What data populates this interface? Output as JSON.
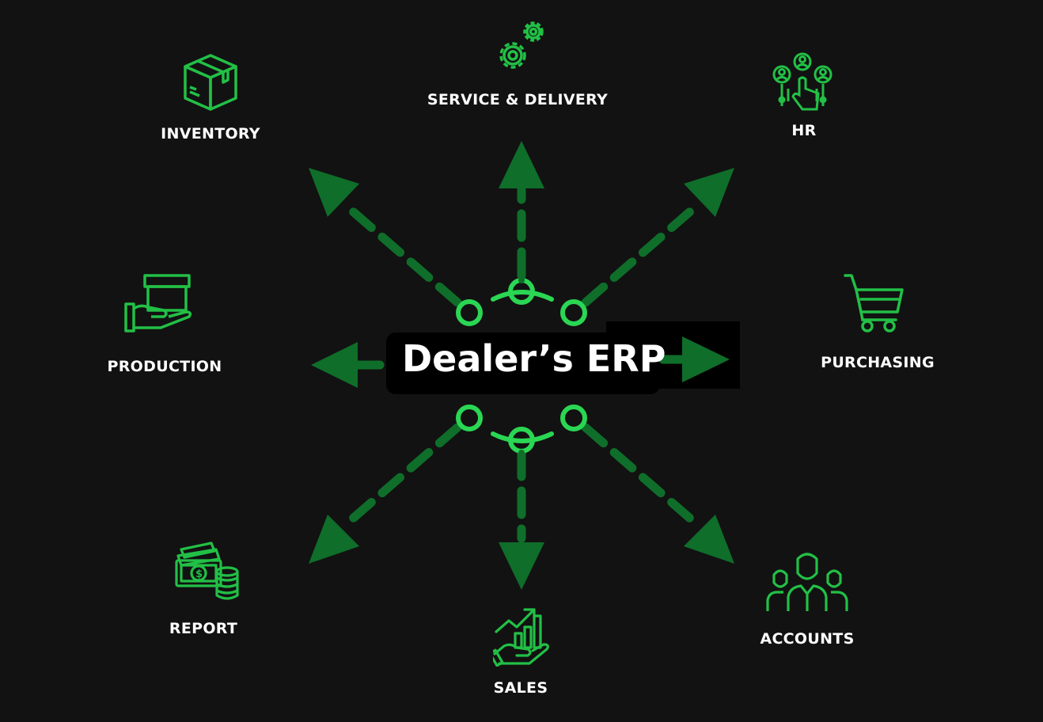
{
  "center": {
    "title": "Dealer’s ERP"
  },
  "modules": {
    "service_delivery": "SERVICE & DELIVERY",
    "inventory": "INVENTORY",
    "hr": "HR",
    "production": "PRODUCTION",
    "purchasing": "PURCHASING",
    "report": "REPORT",
    "sales": "SALES",
    "accounts": "ACCOUNTS"
  },
  "colors": {
    "background": "#121212",
    "arrow_green": "#0f6e2a",
    "icon_green": "#22c046",
    "node_green": "#2ad653",
    "label_white": "#ffffff"
  },
  "icons": {
    "service_delivery": "gears-icon",
    "inventory": "box-icon",
    "hr": "people-network-icon",
    "production": "hand-box-icon",
    "purchasing": "cart-icon",
    "report": "money-coins-icon",
    "sales": "hand-growth-chart-icon",
    "accounts": "team-icon"
  }
}
